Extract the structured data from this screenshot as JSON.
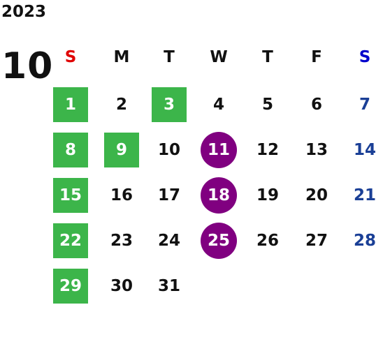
{
  "calendar": {
    "year": "2023",
    "month": "10",
    "weekdays": [
      {
        "label": "S",
        "color": "#e00000"
      },
      {
        "label": "M",
        "color": "#111111"
      },
      {
        "label": "T",
        "color": "#111111"
      },
      {
        "label": "W",
        "color": "#111111"
      },
      {
        "label": "T",
        "color": "#111111"
      },
      {
        "label": "F",
        "color": "#111111"
      },
      {
        "label": "S",
        "color": "#0000cc"
      }
    ],
    "first_weekday_index": 0,
    "days": [
      {
        "n": "1",
        "style": "green"
      },
      {
        "n": "2",
        "style": "normal"
      },
      {
        "n": "3",
        "style": "green"
      },
      {
        "n": "4",
        "style": "normal"
      },
      {
        "n": "5",
        "style": "normal"
      },
      {
        "n": "6",
        "style": "normal"
      },
      {
        "n": "7",
        "style": "saturday"
      },
      {
        "n": "8",
        "style": "green"
      },
      {
        "n": "9",
        "style": "green"
      },
      {
        "n": "10",
        "style": "normal"
      },
      {
        "n": "11",
        "style": "purple"
      },
      {
        "n": "12",
        "style": "normal"
      },
      {
        "n": "13",
        "style": "normal"
      },
      {
        "n": "14",
        "style": "saturday"
      },
      {
        "n": "15",
        "style": "green"
      },
      {
        "n": "16",
        "style": "normal"
      },
      {
        "n": "17",
        "style": "normal"
      },
      {
        "n": "18",
        "style": "purple"
      },
      {
        "n": "19",
        "style": "normal"
      },
      {
        "n": "20",
        "style": "normal"
      },
      {
        "n": "21",
        "style": "saturday"
      },
      {
        "n": "22",
        "style": "green"
      },
      {
        "n": "23",
        "style": "normal"
      },
      {
        "n": "24",
        "style": "normal"
      },
      {
        "n": "25",
        "style": "purple"
      },
      {
        "n": "26",
        "style": "normal"
      },
      {
        "n": "27",
        "style": "normal"
      },
      {
        "n": "28",
        "style": "saturday"
      },
      {
        "n": "29",
        "style": "green"
      },
      {
        "n": "30",
        "style": "normal"
      },
      {
        "n": "31",
        "style": "normal"
      }
    ]
  },
  "colors": {
    "green_highlight": "#3cb54a",
    "purple_highlight": "#800080",
    "highlight_text": "#ffffff",
    "normal_text": "#111111",
    "saturday_text": "#1a3f96"
  }
}
